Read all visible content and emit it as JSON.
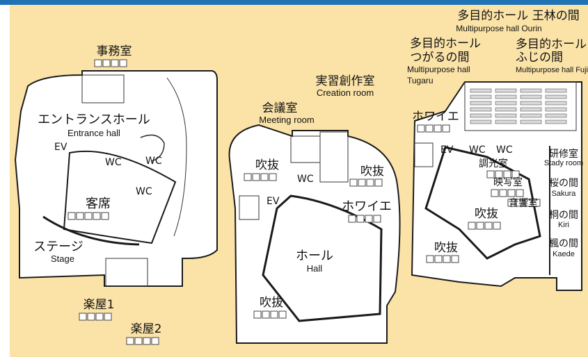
{
  "colors": {
    "topbar": "#1f73b4",
    "background": "#fbe3a8",
    "floor": "#ffffff",
    "wall": "#1a1a1a",
    "seat": "#d9d9d9"
  },
  "rooms": {
    "office": {
      "jp": "事務室"
    },
    "entrance": {
      "jp": "エントランスホール",
      "en": "Entrance hall"
    },
    "ev1": {
      "jp": "EV"
    },
    "wc1a": {
      "jp": "WC"
    },
    "wc1b": {
      "jp": "WC"
    },
    "wc1c": {
      "jp": "WC"
    },
    "seats": {
      "jp": "客席"
    },
    "stage": {
      "jp": "ステージ",
      "en": "Stage"
    },
    "green1": {
      "jp": "楽屋1"
    },
    "green2": {
      "jp": "楽屋2"
    },
    "meeting": {
      "jp": "会議室",
      "en": "Meeting room"
    },
    "creation": {
      "jp": "実習創作室",
      "en": "Creation room"
    },
    "atrium2a": {
      "jp": "吹抜"
    },
    "wc2": {
      "jp": "WC"
    },
    "atrium2b": {
      "jp": "吹抜"
    },
    "ev2": {
      "jp": "EV"
    },
    "foyer2": {
      "jp": "ホワイエ"
    },
    "hall": {
      "jp": "ホール",
      "en": "Hall"
    },
    "atrium2c": {
      "jp": "吹抜"
    },
    "ourin": {
      "jp": "多目的ホール 王林の間",
      "en": "Multipurpose hall Ourin"
    },
    "tugaru": {
      "jp1": "多目的ホール",
      "jp2": "つがるの間",
      "en1": "Multipurpose hall",
      "en2": "Tugaru"
    },
    "fuji": {
      "jp1": "多目的ホール",
      "jp2": "ふじの間",
      "en": "Multipurpose hall Fuji"
    },
    "foyer3": {
      "jp": "ホワイエ"
    },
    "ev3": {
      "jp": "EV"
    },
    "wc3a": {
      "jp": "WC"
    },
    "wc3b": {
      "jp": "WC"
    },
    "lighting": {
      "jp": "調光室"
    },
    "projection": {
      "jp": "映写室"
    },
    "sound": {
      "jp": "音響室"
    },
    "atrium3a": {
      "jp": "吹抜"
    },
    "atrium3b": {
      "jp": "吹抜"
    },
    "study": {
      "jp": "研修室",
      "en": "Stady room"
    },
    "sakura": {
      "jp": "桜の間",
      "en": "Sakura"
    },
    "kiri": {
      "jp": "桐の間",
      "en": "Kiri"
    },
    "kaede": {
      "jp": "楓の間",
      "en": "Kaede"
    }
  }
}
